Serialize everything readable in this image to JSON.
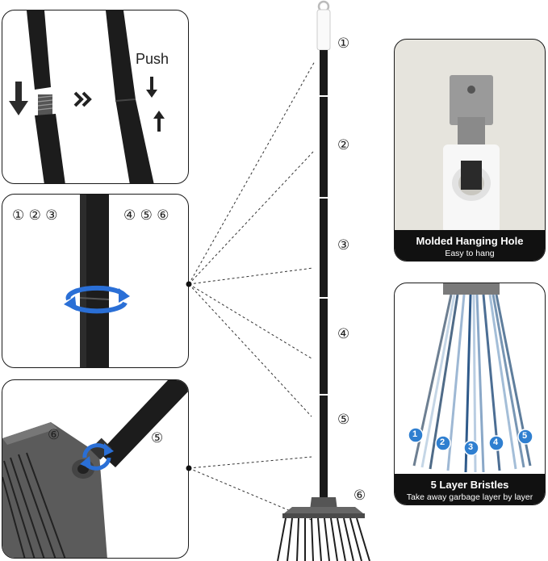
{
  "panel_push": {
    "label": "Push"
  },
  "panel_twist": {
    "numbers_left": "① ② ③",
    "numbers_right": "④ ⑤ ⑥"
  },
  "panel_head": {
    "num_left": "⑥",
    "num_right": "⑤"
  },
  "broom": {
    "segments": [
      "①",
      "②",
      "③",
      "④",
      "⑤",
      "⑥"
    ]
  },
  "hanging": {
    "title": "Molded Hanging Hole",
    "subtitle": "Easy to hang"
  },
  "bristles": {
    "title": "5 Layer Bristles",
    "subtitle": "Take away garbage layer by layer",
    "layers": [
      "1",
      "2",
      "3",
      "4",
      "5"
    ]
  },
  "colors": {
    "panel_border": "#1a1a1a",
    "caption_bg": "#111111",
    "arrow_blue": "#2a6fd6",
    "badge_blue": "#2f7fd0"
  }
}
